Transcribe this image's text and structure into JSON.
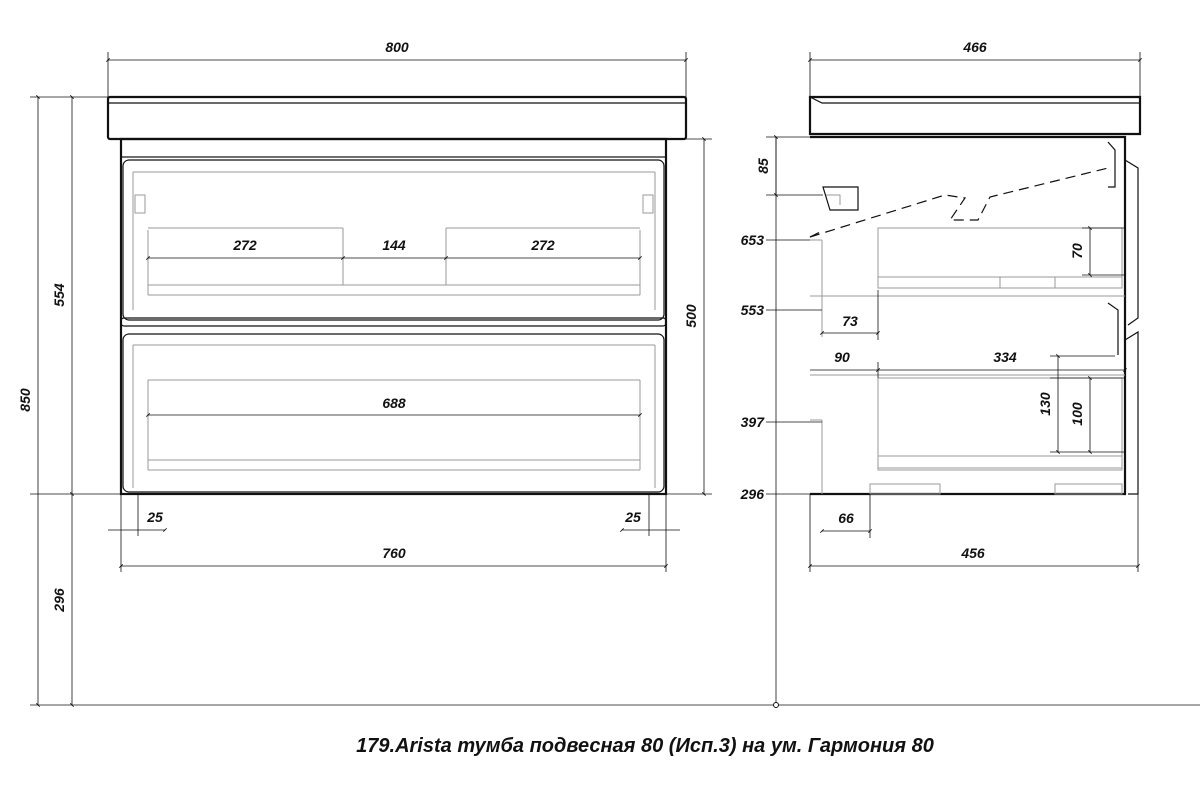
{
  "caption": "179.Arista тумба подвесная 80 (Исп.3) на ум. Гармония 80",
  "front_view": {
    "overall_width": "800",
    "height_total": "850",
    "height_upper": "554",
    "height_lower": "296",
    "body_height": "500",
    "drawer_top_segments": [
      "272",
      "144",
      "272"
    ],
    "drawer_bottom_width": "688",
    "left_offset": "25",
    "right_offset": "25",
    "body_width": "760"
  },
  "side_view": {
    "overall_depth": "466",
    "top_gap": "85",
    "level_653": "653",
    "level_553": "553",
    "level_397": "397",
    "level_296": "296",
    "upper_drawer_height": "70",
    "upper_offset": "73",
    "left_gap": "90",
    "lower_depth": "334",
    "lower_outer_height": "130",
    "lower_inner_height": "100",
    "bottom_offset": "66",
    "body_depth": "456"
  }
}
